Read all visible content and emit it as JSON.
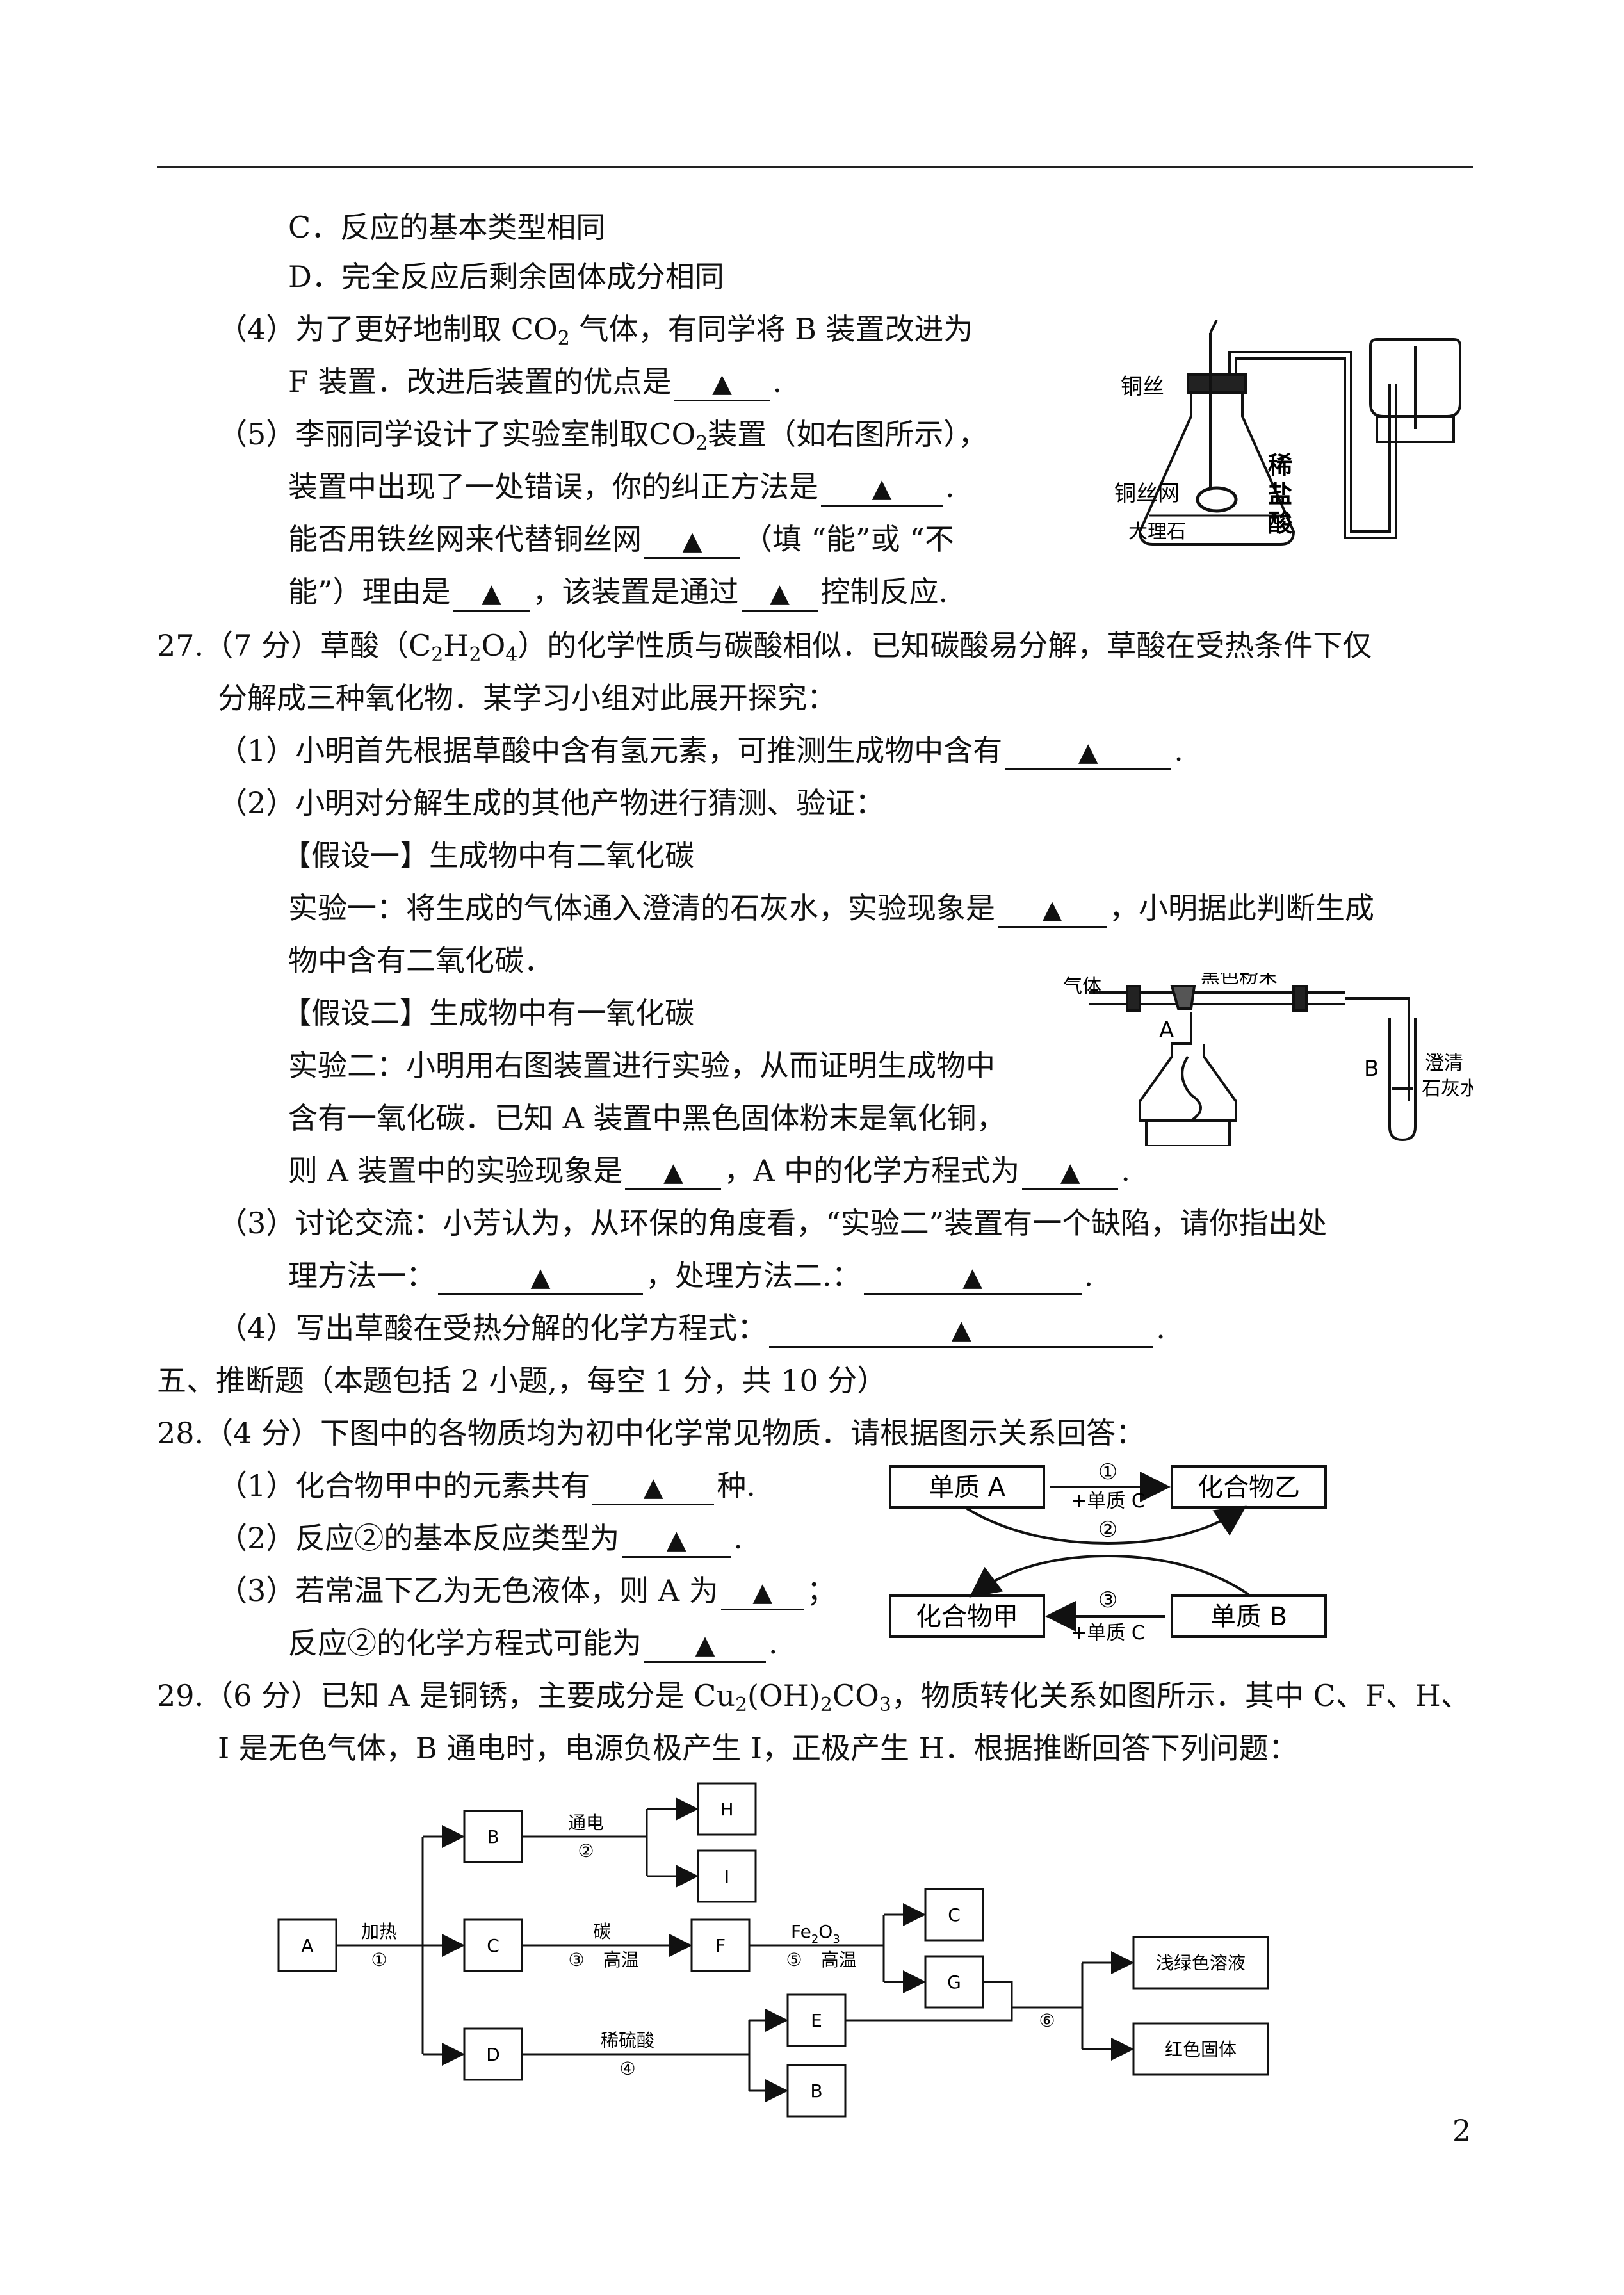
{
  "blank_mark": "▲",
  "q26": {
    "opt_c": "C．反应的基本类型相同",
    "opt_d": "D．完全反应后剩余固体成分相同",
    "p4_a": "（4）为了更好地制取 CO",
    "p4_a_sub": "2",
    "p4_a2": " 气体，有同学将 B 装置改进为",
    "p4_b": "F 装置．改进后装置的优点是",
    "p5_a": "（5）李丽同学设计了实验室制取CO",
    "p5_a_sub": "2",
    "p5_a2": "装置（如右图所示），",
    "p5_b": "装置中出现了一处错误，你的纠正方法是",
    "p5_c1": "能否用铁丝网来代替铜丝网",
    "p5_c2": "（填 “能”或 “不",
    "p5_d1": "能”）理由是",
    "p5_d2": "，该装置是通过",
    "p5_d3": "控制反应.",
    "fig_labels": {
      "copper_wire": "铜丝",
      "copper_mesh": "铜丝网",
      "acid": [
        "稀",
        "盐",
        "酸"
      ],
      "stone": "大理石"
    }
  },
  "q27": {
    "intro_a": "27.（7 分）草酸（C",
    "intro_sub1": "2",
    "intro_h": "H",
    "intro_sub2": "2",
    "intro_o": "O",
    "intro_sub3": "4",
    "intro_a2": "）的化学性质与碳酸相似．已知碳酸易分解，草酸在受热条件下仅",
    "intro_b": "分解成三种氧化物．某学习小组对此展开探究：",
    "p1": "（1）小明首先根据草酸中含有氢元素，可推测生成物中含有",
    "p2": "（2）小明对分解生成的其他产物进行猜测、验证：",
    "hyp1": "【假设一】生成物中有二氧化碳",
    "exp1_a": "实验一：将生成的气体通入澄清的石灰水，实验现象是",
    "exp1_a2": "，小明据此判断生成",
    "exp1_b": "物中含有二氧化碳．",
    "hyp2": "【假设二】生成物中有一氧化碳",
    "exp2_a": "实验二：小明用右图装置进行实验，从而证明生成物中",
    "exp2_b": "含有一氧化碳．已知 A 装置中黑色固体粉末是氧化铜，",
    "exp2_c1": "则 A 装置中的实验现象是",
    "exp2_c2": "，A 中的化学方程式为",
    "p3_a": "（3）讨论交流：小芳认为，从环保的角度看，“实验二”装置有一个缺陷，请你指出处",
    "p3_b1": "理方法一：",
    "p3_b2": "，处理方法二.：",
    "p4": "（4）写出草酸在受热分解的化学方程式：",
    "fig_labels": {
      "gas": "气体",
      "powder": "黑色粉末",
      "A": "A",
      "B": "B",
      "lime": [
        "澄清",
        "石灰水"
      ]
    }
  },
  "section5": "五、推断题（本题包括 2 小题,，每空 1 分，共 10 分）",
  "q28": {
    "intro": "28.（4 分）下图中的各物质均为初中化学常见物质．请根据图示关系回答：",
    "p1_a": "（1）化合物甲中的元素共有",
    "p1_b": "种.",
    "p2": "（2）反应②的基本反应类型为",
    "p3_a": "（3）若常温下乙为无色液体，则 A 为",
    "p3_b": "反应②的化学方程式可能为",
    "diagram": {
      "box_a": "单质 A",
      "box_yi": "化合物乙",
      "box_jia": "化合物甲",
      "box_b": "单质 B",
      "r1": "①",
      "r2": "②",
      "r3": "③",
      "plus_c": "+单质 C"
    }
  },
  "q29": {
    "intro_a": "29.（6 分）已知 A 是铜锈，主要成分是 Cu",
    "intro_sub1": "2",
    "intro_a2": "(OH)",
    "intro_sub2": "2",
    "intro_a3": "CO",
    "intro_sub3": "3",
    "intro_a4": "，物质转化关系如图所示．其中 C、F、H、",
    "intro_b": "I 是无色气体，B 通电时，电源负极产生 I，正极产生 H．根据推断回答下列问题：",
    "diagram": {
      "A": "A",
      "B": "B",
      "C": "C",
      "D": "D",
      "E": "E",
      "F": "F",
      "G": "G",
      "H": "H",
      "I": "I",
      "B2": "B",
      "C2": "C",
      "heat": "加热",
      "r1": "①",
      "electric": "通电",
      "r2": "②",
      "carbon": "碳",
      "r3": "③",
      "high_temp": "高温",
      "acid": "稀硫酸",
      "r4": "④",
      "fe2o3_a": "Fe",
      "fe2o3_sub1": "2",
      "fe2o3_b": "O",
      "fe2o3_sub2": "3",
      "r5": "⑤",
      "r6": "⑥",
      "green": "浅绿色溶液",
      "red": "红色固体"
    }
  },
  "page_number": "2"
}
